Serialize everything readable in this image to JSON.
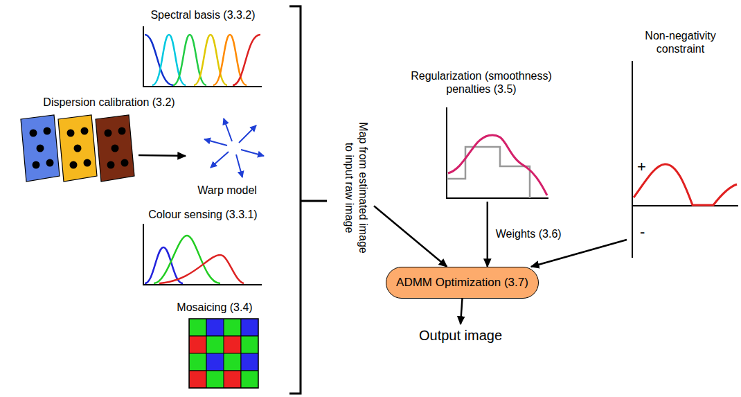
{
  "diagram": {
    "nodes": [
      {
        "text": [
          "Spectral basis (3.3.2)"
        ]
      },
      {
        "text": [
          "Dispersion calibration (3.2)"
        ]
      },
      {
        "text": [
          "Warp model"
        ]
      },
      {
        "text": [
          "Colour sensing (3.3.1)"
        ]
      },
      {
        "text": [
          "Mosaicing (3.4)"
        ]
      },
      {
        "text": [
          "Map from estimated image to input raw image"
        ]
      },
      {
        "text": [
          "Regularization (smoothness) penalties (3.5)"
        ]
      },
      {
        "text": [
          "Non-negativity constraint"
        ]
      },
      {
        "text": [
          "ADMM Optimization (3.7)"
        ]
      },
      {
        "text": [
          "Output image"
        ]
      }
    ],
    "edges": [
      {
        "from": 1,
        "to": 2,
        "arrow": "to"
      },
      {
        "from": 5,
        "to": 8,
        "arrow": "to"
      },
      {
        "from": 6,
        "to": 8,
        "arrow": "to",
        "label": "Weights (3.6)"
      },
      {
        "from": 7,
        "to": 8,
        "arrow": "to"
      },
      {
        "from": 8,
        "to": 9,
        "arrow": "to"
      }
    ],
    "labels": [
      "+",
      "-"
    ]
  }
}
